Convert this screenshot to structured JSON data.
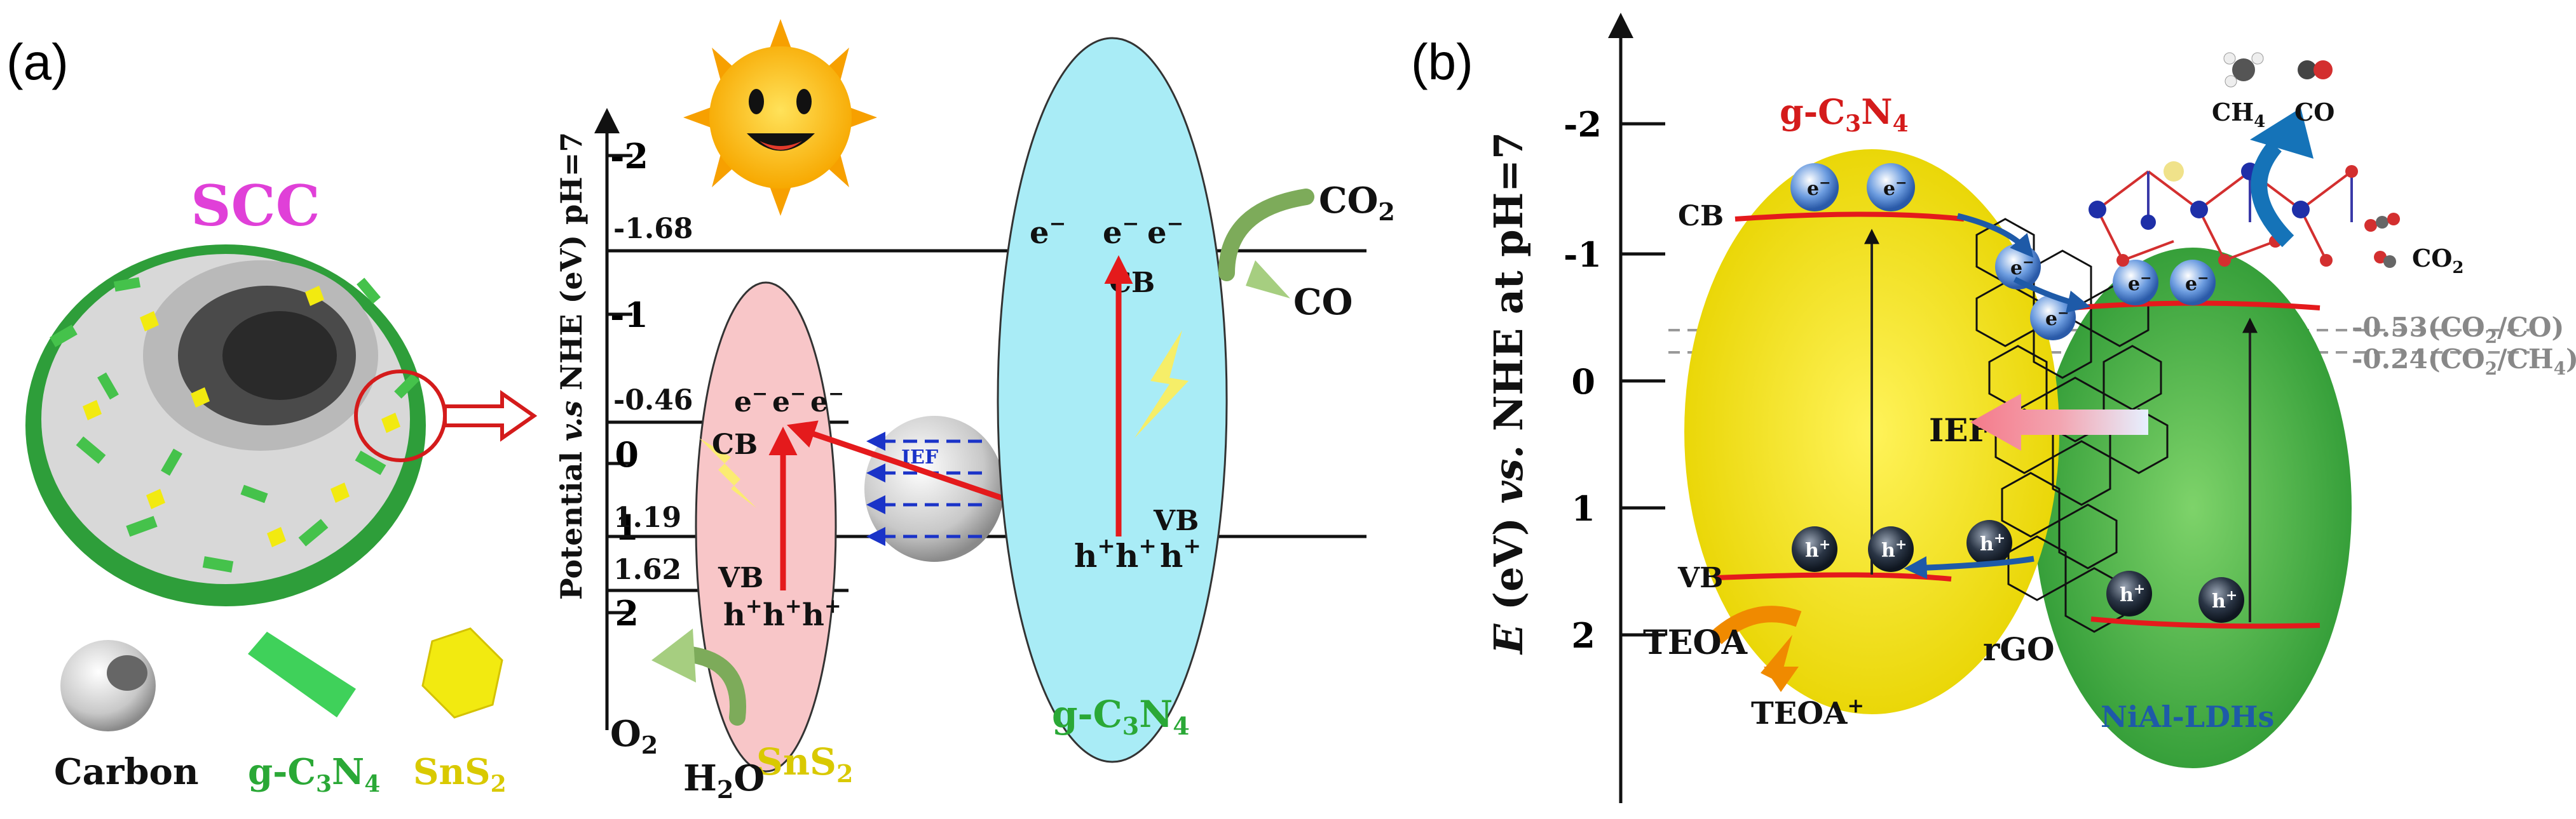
{
  "panel_a": {
    "label": "(a)",
    "scc_label": "SCC",
    "legend": {
      "carbon": "Carbon",
      "gcn_main": "g-C",
      "gcn_sub3": "3",
      "gcn_mid": "N",
      "gcn_sub4": "4",
      "sns_main": "SnS",
      "sns_sub": "2"
    },
    "axis": {
      "title_pre": "Potential ",
      "title_vs": "v.s",
      "title_post": " NHE (eV) pH=7",
      "ticks": [
        "-2",
        "-1",
        "0",
        "1",
        "2"
      ]
    },
    "levels": [
      "-1.68",
      "-0.46",
      "1.19",
      "1.62"
    ],
    "sns2": {
      "cb": "CB",
      "vb": "VB",
      "electrons": "e",
      "holes": "h",
      "label_main": "SnS",
      "label_sub": "2"
    },
    "gcn": {
      "cb": "CB",
      "vb": "VB",
      "electrons": "e",
      "holes": "h",
      "label_main": "g-C",
      "label_sub3": "3",
      "label_mid": "N",
      "label_sub4": "4"
    },
    "ief": "IEF",
    "co2_main": "CO",
    "co2_sub": "2",
    "co": "CO",
    "o2_main": "O",
    "o2_sub": "2",
    "h2o_main": "H",
    "h2o_sub": "2",
    "h2o_end": "O",
    "minus": "−",
    "plus": "+"
  },
  "panel_b": {
    "label": "(b)",
    "axis": {
      "title_e": "E",
      "title_post": " (eV) ",
      "title_vs": "vs.",
      "title_end": " NHE at pH=7",
      "ticks": [
        "-2",
        "-1",
        "0",
        "1",
        "2"
      ]
    },
    "gcn_main": "g-C",
    "gcn_sub3": "3",
    "gcn_mid": "N",
    "gcn_sub4": "4",
    "cb": "CB",
    "vb": "VB",
    "ief": "IEF",
    "rgo": "rGO",
    "teoa": "TEOA",
    "teoa_plus": "TEOA",
    "nial": "NiAl-LDHs",
    "ch4_main": "CH",
    "ch4_sub": "4",
    "co": "CO",
    "co2_main": "CO",
    "co2_sub": "2",
    "ref1": "-0.53(CO",
    "ref1_sub": "2",
    "ref1_end": "/CO)",
    "ref2": "-0.24(CO",
    "ref2_sub": "2",
    "ref2_mid": "/CH",
    "ref2_sub4": "4",
    "ref2_end": ")",
    "e": "e",
    "h": "h",
    "minus": "−",
    "plus": "+"
  },
  "colors": {
    "red": "#e41a1c",
    "yellow": "#ffef14",
    "green": "#3cb843",
    "cyan": "#a9ecf6",
    "pink": "#f8c6c8",
    "magenta": "#e040d8"
  }
}
